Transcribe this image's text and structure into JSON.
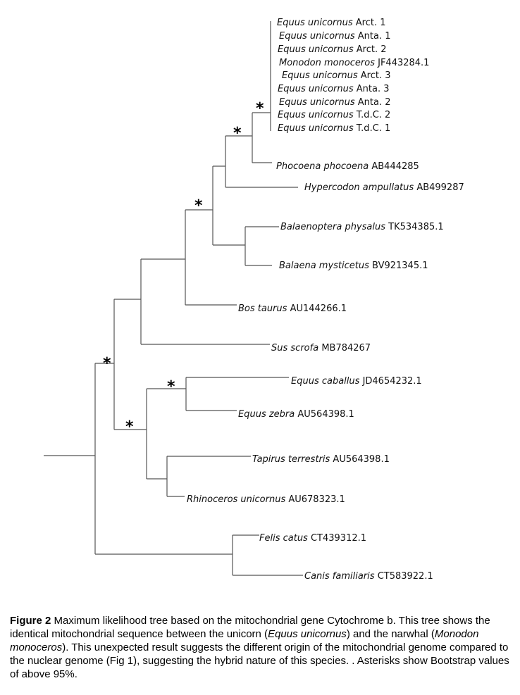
{
  "tree": {
    "leaves": [
      {
        "id": "L1",
        "species": "Equus unicornus",
        "accession": "Arct. 1"
      },
      {
        "id": "L2",
        "species": "Equus unicornus",
        "accession": "Anta. 1"
      },
      {
        "id": "L3",
        "species": "Equus unicornus",
        "accession": "Arct. 2"
      },
      {
        "id": "L4",
        "species": "Monodon monoceros",
        "accession": "JF443284.1"
      },
      {
        "id": "L5",
        "species": "Equus unicornus",
        "accession": "Arct. 3"
      },
      {
        "id": "L6",
        "species": "Equus unicornus",
        "accession": "Anta. 3"
      },
      {
        "id": "L7",
        "species": "Equus unicornus",
        "accession": "Anta. 2"
      },
      {
        "id": "L8",
        "species": "Equus unicornus",
        "accession": "T.d.C. 2"
      },
      {
        "id": "L9",
        "species": "Equus unicornus",
        "accession": "T.d.C. 1"
      },
      {
        "id": "L10",
        "species": "Phocoena phocoena",
        "accession": "AB444285"
      },
      {
        "id": "L11",
        "species": "Hypercodon ampullatus",
        "accession": "AB499287"
      },
      {
        "id": "L12",
        "species": "Balaenoptera physalus",
        "accession": "TK534385.1"
      },
      {
        "id": "L13",
        "species": "Balaena mysticetus",
        "accession": "BV921345.1"
      },
      {
        "id": "L14",
        "species": "Bos taurus",
        "accession": "AU144266.1"
      },
      {
        "id": "L15",
        "species": "Sus scrofa",
        "accession": "MB784267"
      },
      {
        "id": "L16",
        "species": "Equus caballus",
        "accession": "JD4654232.1"
      },
      {
        "id": "L17",
        "species": "Equus zebra",
        "accession": "AU564398.1"
      },
      {
        "id": "L18",
        "species": "Tapirus terrestris",
        "accession": "AU564398.1"
      },
      {
        "id": "L19",
        "species": "Rhinoceros unicornus",
        "accession": "AU678323.1"
      },
      {
        "id": "L20",
        "species": "Felis catus",
        "accession": "CT439312.1"
      },
      {
        "id": "L21",
        "species": "Canis familiaris",
        "accession": "CT583922.1"
      }
    ],
    "bootstrap_marker": "*"
  },
  "caption": {
    "label": "Figure 2",
    "text1": " Maximum likelihood tree based on the mitochondrial gene Cytochrome b. This tree shows the identical mitochondrial sequence between the unicorn (",
    "italic1": "Equus unicornus",
    "text2": ") and the narwhal (",
    "italic2": "Monodon monoceros",
    "text3": "). This unexpected result suggests the different origin of the mitochondrial genome compared to the nuclear genome (Fig 1), suggesting the hybrid nature of this species. . Asterisks show Bootstrap values of above 95%."
  }
}
